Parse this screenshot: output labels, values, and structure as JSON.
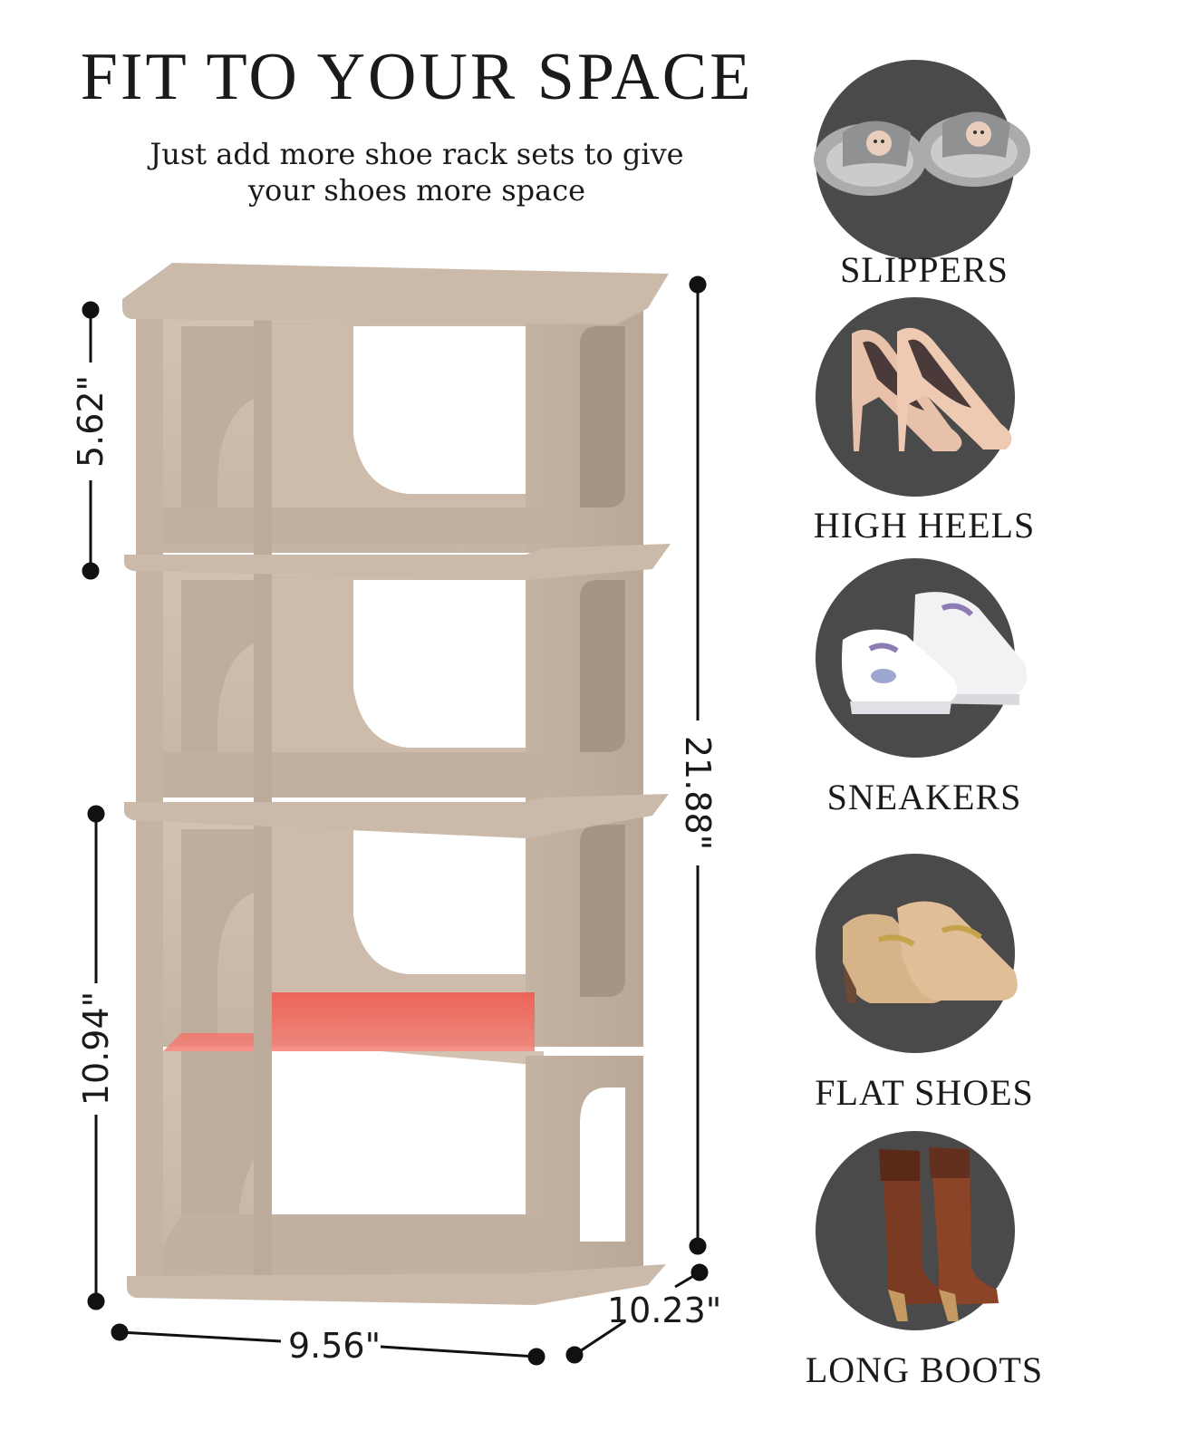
{
  "header": {
    "title": "FIT TO YOUR SPACE",
    "subtitle_line1": "Just add more shoe rack sets to give",
    "subtitle_line2": "your shoes more space"
  },
  "dimensions": {
    "tier_height": "5.62\"",
    "double_tier_height": "10.94\"",
    "total_height": "21.88\"",
    "width": "9.56\"",
    "depth": "10.23\""
  },
  "shoe_types": [
    {
      "label": "SLIPPERS",
      "icon": "slippers-icon"
    },
    {
      "label": "HIGH HEELS",
      "icon": "high-heels-icon"
    },
    {
      "label": "SNEAKERS",
      "icon": "sneakers-icon"
    },
    {
      "label": "FLAT SHOES",
      "icon": "flat-shoes-icon"
    },
    {
      "label": "LONG BOOTS",
      "icon": "long-boots-icon"
    }
  ],
  "colors": {
    "rack": "#c9b8a8",
    "rack_shadow": "#b3a292",
    "highlight": "#f06a5e",
    "circle": "#4a4a4a"
  }
}
